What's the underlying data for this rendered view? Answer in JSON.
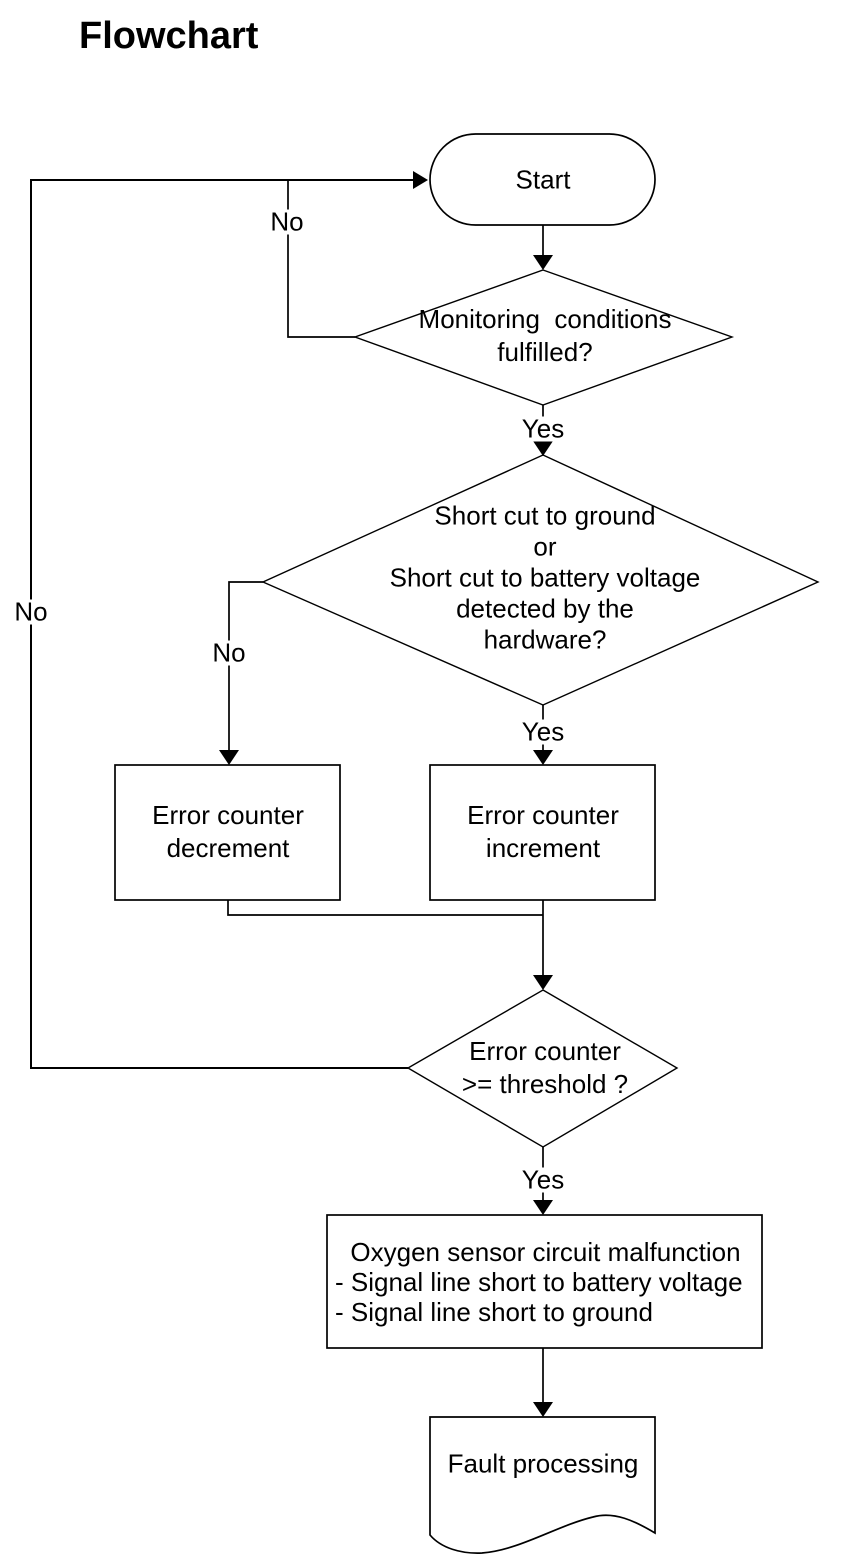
{
  "title": "Flowchart",
  "nodes": {
    "start": {
      "label": "Start"
    },
    "monitoring_decision": {
      "text": "Monitoring  conditions\nfulfilled?"
    },
    "short_cut_decision": {
      "text": "Short cut to ground\nor\nShort cut to battery voltage\ndetected by the\nhardware?"
    },
    "error_decrement": {
      "text": "Error counter\ndecrement"
    },
    "error_increment": {
      "text": "Error counter\nincrement"
    },
    "threshold_decision": {
      "text": "Error counter\n>= threshold ?"
    },
    "malfunction": {
      "title": "Oxygen sensor circuit malfunction",
      "items": [
        "- Signal line short to battery voltage",
        "- Signal line short to ground"
      ]
    },
    "fault_processing": {
      "label": "Fault processing"
    }
  },
  "edge_labels": {
    "monitoring_no": "No",
    "monitoring_yes": "Yes",
    "shortcut_no": "No",
    "shortcut_yes": "Yes",
    "threshold_no": "No",
    "threshold_yes": "Yes"
  },
  "colors": {
    "line": "#000000",
    "text": "#000000",
    "background": "#ffffff"
  }
}
